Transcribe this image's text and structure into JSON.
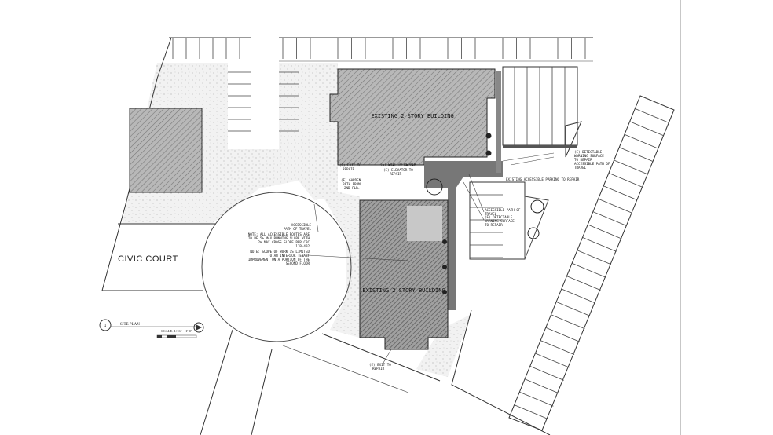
{
  "drawing": {
    "building_north": "EXISTING 2 STORY BUILDING",
    "building_south": "EXISTING 2 STORY BUILDING",
    "civic_court": "CIVIC COURT",
    "notes": {
      "exit_west": [
        "(E) EXIT TO",
        "REPAIR"
      ],
      "exit_center": "(E) EXIT TO REPAIR",
      "elevator": [
        "(E) ELEVATOR TO",
        "REPAIR"
      ],
      "garden_path": [
        "(E) GARDEN",
        "PATH FROM",
        "2ND FLR."
      ],
      "accessible_path_west": [
        "ACCESSIBLE",
        "PATH OF TRAVEL"
      ],
      "slope_note": [
        "NOTE: ALL ACCESSIBLE ROUTES ARE",
        "TO BE 5% MAX RUNNING SLOPE WITH",
        "2% MAX CROSS SLOPE PER CBC",
        "11B-402"
      ],
      "scope_note": [
        "NOTE: SCOPE OF WORK IS LIMITED",
        "TO AN INTERIOR TENANT",
        "IMPROVEMENT ON A PORTION OF THE",
        "SECOND FLOOR"
      ],
      "detectable_ne": [
        "(E) DETECTABLE",
        "WARNING SURFACE",
        "TO REPAIR"
      ],
      "accessible_path_ne": [
        "ACCESSIBLE PATH OF",
        "TRAVEL"
      ],
      "accessible_parking": "EXISTING ACCESSIBLE PARKING TO REPAIR",
      "accessible_path_center": [
        "ACCESSIBLE PATH OF",
        "TRAVEL"
      ],
      "detectable_center": [
        "(E) DETECTABLE",
        "WARNING SURFACE",
        "TO REPAIR"
      ],
      "exit_south": [
        "(E) EXIT TO",
        "REPAIR"
      ]
    },
    "title_block": {
      "number": "1",
      "title": "SITE PLAN",
      "scale": "SCALE: 1/16\" = 1'-0\"",
      "north_arrow_icon": "north-arrow-icon"
    }
  }
}
